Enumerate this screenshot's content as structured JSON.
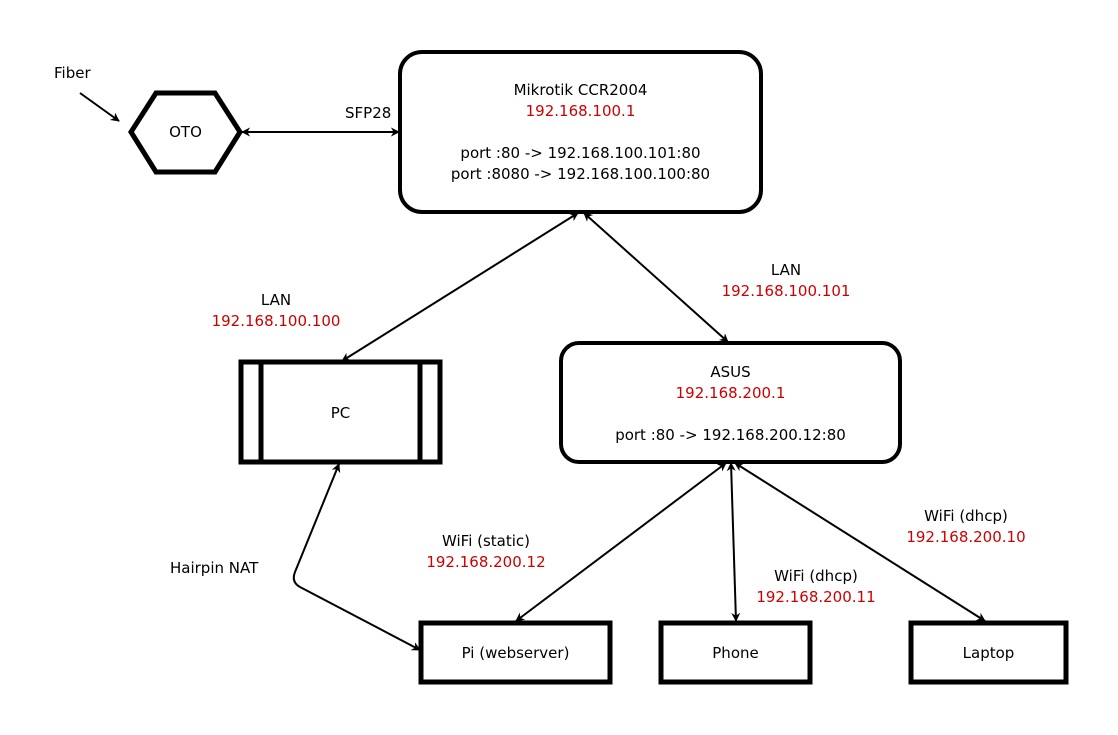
{
  "diagram": {
    "type": "network-topology",
    "colors": {
      "stroke": "#000000",
      "ip_text": "#cc0000",
      "text": "#000000",
      "background": "#ffffff"
    },
    "nodes": {
      "oto": {
        "label": "OTO",
        "shape": "hexagon"
      },
      "mikrotik": {
        "title": "Mikrotik CCR2004",
        "ip": "192.168.100.1",
        "rules": [
          "port :80 -> 192.168.100.101:80",
          "port :8080 -> 192.168.100.100:80"
        ],
        "shape": "rounded-rectangle"
      },
      "pc": {
        "label": "PC",
        "shape": "process"
      },
      "asus": {
        "title": "ASUS",
        "ip": "192.168.200.1",
        "rules": [
          "port :80 -> 192.168.200.12:80"
        ],
        "shape": "rounded-rectangle"
      },
      "pi": {
        "label": "Pi (webserver)",
        "shape": "rectangle"
      },
      "phone": {
        "label": "Phone",
        "shape": "rectangle"
      },
      "laptop": {
        "label": "Laptop",
        "shape": "rectangle"
      }
    },
    "edges": {
      "fiber": {
        "label": "Fiber",
        "from": "external",
        "to": "oto",
        "direction": "one-way"
      },
      "sfp28": {
        "label": "SFP28",
        "from": "oto",
        "to": "mikrotik",
        "direction": "bidirectional"
      },
      "pc_lan": {
        "label": "LAN",
        "ip": "192.168.100.100",
        "from": "mikrotik",
        "to": "pc",
        "direction": "bidirectional"
      },
      "asus_lan": {
        "label": "LAN",
        "ip": "192.168.100.101",
        "from": "mikrotik",
        "to": "asus",
        "direction": "bidirectional"
      },
      "hairpin": {
        "label": "Hairpin NAT",
        "from": "pc",
        "to": "pi",
        "direction": "bidirectional"
      },
      "pi_wifi": {
        "label": "WiFi (static)",
        "ip": "192.168.200.12",
        "from": "asus",
        "to": "pi",
        "direction": "bidirectional"
      },
      "phone_wifi": {
        "label": "WiFi (dhcp)",
        "ip": "192.168.200.11",
        "from": "asus",
        "to": "phone",
        "direction": "bidirectional"
      },
      "laptop_wifi": {
        "label": "WiFi (dhcp)",
        "ip": "192.168.200.10",
        "from": "asus",
        "to": "laptop",
        "direction": "bidirectional"
      }
    }
  }
}
